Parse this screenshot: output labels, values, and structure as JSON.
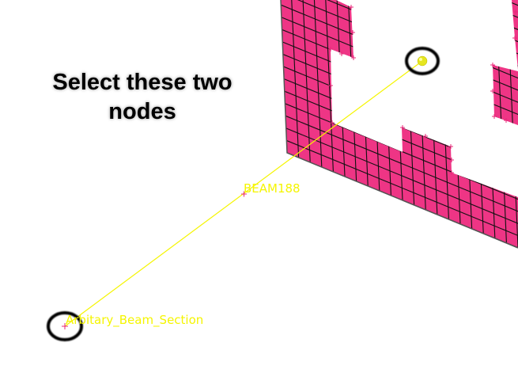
{
  "instruction": {
    "line1": "Select these two",
    "line2": "nodes"
  },
  "labels": {
    "element_type": "BEAM188",
    "section_name": "Arbitary_Beam_Section"
  },
  "colors": {
    "mesh": "#ee3585",
    "mesh_lines": "#111111",
    "beam": "#f5f500",
    "node": "#e8287a",
    "highlight": "#000000"
  }
}
